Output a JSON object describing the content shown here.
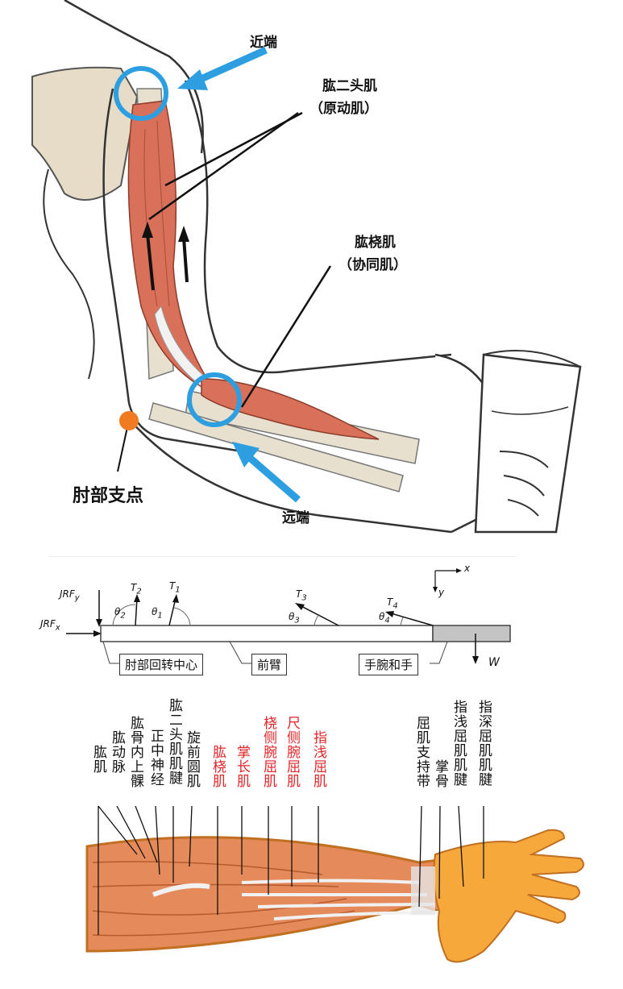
{
  "panel1": {
    "proximal": "近端",
    "biceps": "肱二头肌",
    "biceps_role": "（原动肌）",
    "brachioradialis": "肱桡肌",
    "brachioradialis_role": "（协同肌）",
    "elbow_fulcrum": "肘部支点",
    "distal": "远端"
  },
  "panel2": {
    "JRFy": "JRF",
    "JRFy_sub": "y",
    "JRFx": "JRF",
    "JRFx_sub": "x",
    "T2": "T",
    "T2_sub": "2",
    "T1": "T",
    "T1_sub": "1",
    "T3": "T",
    "T3_sub": "3",
    "T4": "T",
    "T4_sub": "4",
    "th2": "θ",
    "th2_sub": "2",
    "th1": "θ",
    "th1_sub": "1",
    "th3": "θ",
    "th3_sub": "3",
    "th4": "θ",
    "th4_sub": "4",
    "axis_x": "x",
    "axis_y": "y",
    "W": "W",
    "elbow_center": "肘部回转中心",
    "forearm": "前臂",
    "wrist_hand": "手腕和手"
  },
  "panel3": {
    "labels_black_left": [
      "肱肌",
      "肱动脉",
      "肱骨内上髁",
      "正中神经",
      "肱二头肌肌腱",
      "旋前圆肌"
    ],
    "labels_red": [
      "肱桡肌",
      "掌长肌",
      "桡侧腕屈肌",
      "尺侧腕屈肌",
      "指浅屈肌"
    ],
    "labels_black_right": [
      "屈肌支持带",
      "掌骨",
      "指浅屈肌肌腱",
      "指深屈肌肌腱"
    ]
  }
}
